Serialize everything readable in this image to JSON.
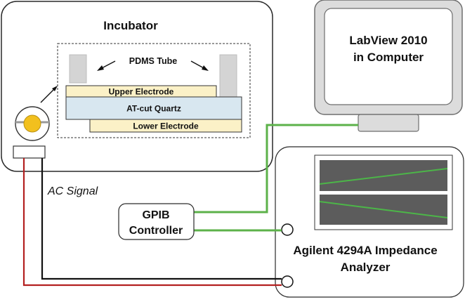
{
  "incubator": {
    "title": "Incubator"
  },
  "sensor": {
    "pdms_label": "PDMS Tube",
    "upper_electrode": "Upper Electrode",
    "quartz": "AT-cut Quartz",
    "lower_electrode": "Lower Electrode"
  },
  "computer": {
    "line1": "LabView 2010",
    "line2": "in Computer"
  },
  "gpib": {
    "line1": "GPIB",
    "line2": "Controller"
  },
  "signal_label": "AC Signal",
  "analyzer": {
    "line1": "Agilent 4294A Impedance",
    "line2": "Analyzer"
  },
  "colors": {
    "gpib_cable": "#5cb24a",
    "red_wire": "#b32020",
    "black_wire": "#111111",
    "electrode_fill": "#fbf1c7",
    "quartz_fill": "#d8e7f0",
    "tube_fill": "#d4d4d4",
    "screen_fill": "#5c5c5c",
    "trace": "#4cb648",
    "crystal": "#f2c01e"
  }
}
